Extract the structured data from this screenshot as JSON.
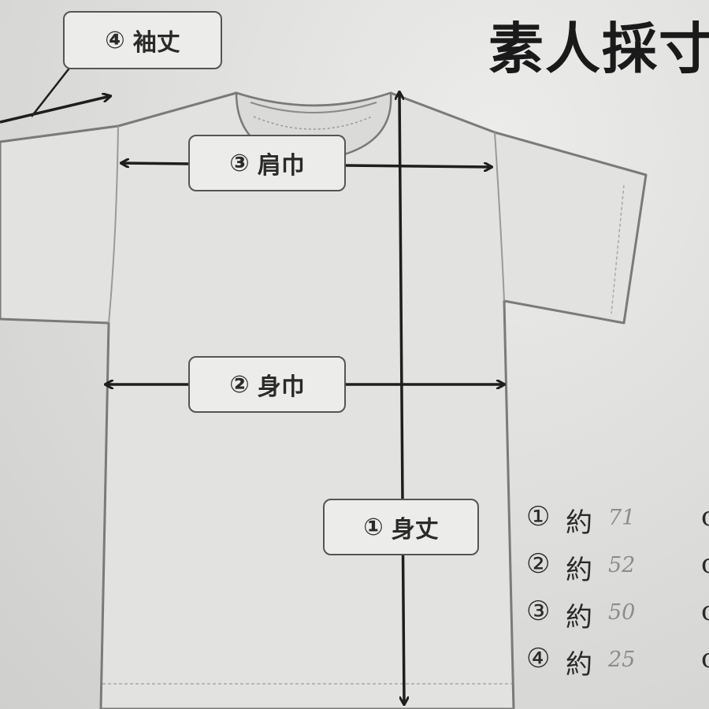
{
  "title": "素人採寸",
  "labels": {
    "sleeve": {
      "num": "④",
      "text": "袖丈"
    },
    "shoulder": {
      "num": "③",
      "text": "肩巾"
    },
    "chest": {
      "num": "②",
      "text": "身巾"
    },
    "length": {
      "num": "①",
      "text": "身丈"
    }
  },
  "measurements": [
    {
      "num": "①",
      "prefix": "約",
      "value": "71",
      "unit": "c"
    },
    {
      "num": "②",
      "prefix": "約",
      "value": "52",
      "unit": "c"
    },
    {
      "num": "③",
      "prefix": "約",
      "value": "50",
      "unit": "c"
    },
    {
      "num": "④",
      "prefix": "約",
      "value": "25",
      "unit": "c"
    }
  ]
}
